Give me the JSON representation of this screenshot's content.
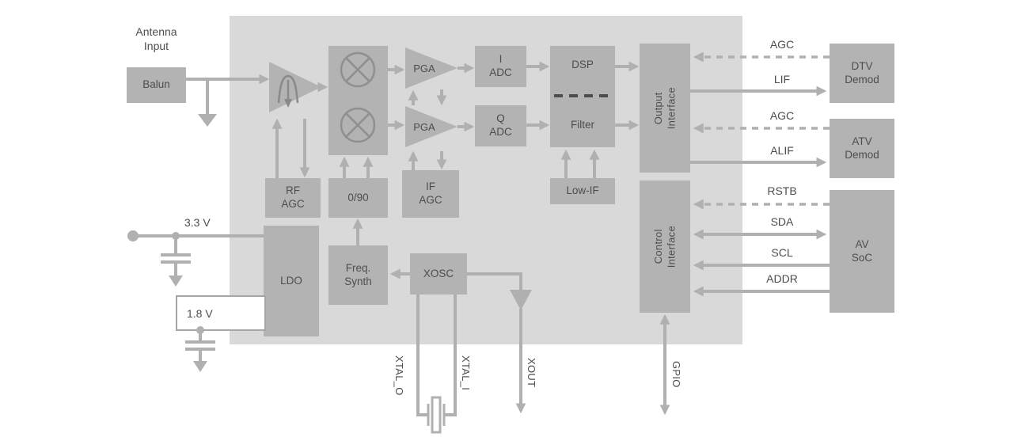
{
  "diagram": {
    "colors": {
      "region_bg": "#d9d9d9",
      "block_fill": "#b3b3b3",
      "line": "#b0b0b0",
      "text": "#4d4d4d"
    },
    "labels": {
      "antenna_input": "Antenna\nInput",
      "supply_33": "3.3 V",
      "supply_18": "1.8 V"
    },
    "blocks": {
      "balun": "Balun",
      "pga1": "PGA",
      "pga2": "PGA",
      "i_adc": "I\nADC",
      "q_adc": "Q\nADC",
      "dsp": "DSP",
      "filter": "Filter",
      "output_interface": "Output\nInterface",
      "control_interface": "Control\nInterface",
      "rf_agc": "RF\nAGC",
      "phase_0_90": "0/90",
      "if_agc": "IF\nAGC",
      "low_if": "Low-IF",
      "ldo": "LDO",
      "freq_synth": "Freq.\nSynth",
      "xosc": "XOSC",
      "dtv_demod": "DTV\nDemod",
      "atv_demod": "ATV\nDemod",
      "av_soc": "AV\nSoC"
    },
    "signals": {
      "agc_dtv": "AGC",
      "lif": "LIF",
      "agc_atv": "AGC",
      "alif": "ALIF",
      "rstb": "RSTB",
      "sda": "SDA",
      "scl": "SCL",
      "addr": "ADDR"
    },
    "pins": {
      "xtal_o": "XTAL_O",
      "xtal_i": "XTAL_I",
      "xout": "XOUT",
      "gpio": "GPIO"
    }
  }
}
